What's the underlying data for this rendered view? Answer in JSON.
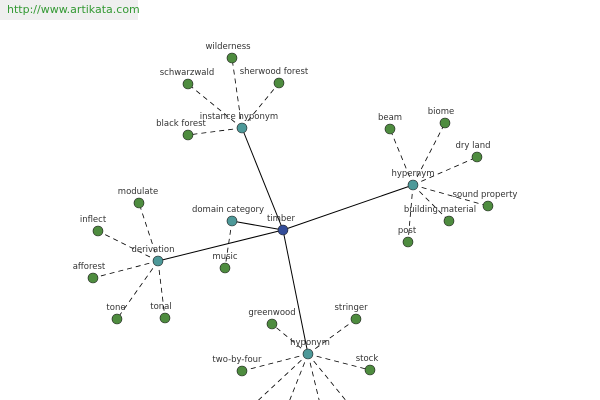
{
  "banner": {
    "url": "http://www.artikata.com"
  },
  "colors": {
    "center": "#334d99",
    "hub": "#4d9999",
    "leaf": "#4e8c3f",
    "edge": "#000000",
    "banner_text": "#339933"
  },
  "graph": {
    "nodes": [
      {
        "id": "timber",
        "label": "timber",
        "kind": "center"
      },
      {
        "id": "instance-hyponym",
        "label": "instance hyponym",
        "kind": "hub"
      },
      {
        "id": "hypernym",
        "label": "hypernym",
        "kind": "hub"
      },
      {
        "id": "domain-category",
        "label": "domain category",
        "kind": "hub"
      },
      {
        "id": "derivation",
        "label": "derivation",
        "kind": "hub"
      },
      {
        "id": "hyponym",
        "label": "hyponym",
        "kind": "hub"
      },
      {
        "id": "wilderness",
        "label": "wilderness",
        "kind": "leaf"
      },
      {
        "id": "schwarzwald",
        "label": "schwarzwald",
        "kind": "leaf"
      },
      {
        "id": "sherwood-forest",
        "label": "sherwood forest",
        "kind": "leaf"
      },
      {
        "id": "black-forest",
        "label": "black forest",
        "kind": "leaf"
      },
      {
        "id": "beam",
        "label": "beam",
        "kind": "leaf"
      },
      {
        "id": "biome",
        "label": "biome",
        "kind": "leaf"
      },
      {
        "id": "dry-land",
        "label": "dry land",
        "kind": "leaf"
      },
      {
        "id": "sound-property",
        "label": "sound property",
        "kind": "leaf"
      },
      {
        "id": "building-material",
        "label": "building material",
        "kind": "leaf"
      },
      {
        "id": "post",
        "label": "post",
        "kind": "leaf"
      },
      {
        "id": "music",
        "label": "music",
        "kind": "leaf"
      },
      {
        "id": "modulate",
        "label": "modulate",
        "kind": "leaf"
      },
      {
        "id": "inflect",
        "label": "inflect",
        "kind": "leaf"
      },
      {
        "id": "afforest",
        "label": "afforest",
        "kind": "leaf"
      },
      {
        "id": "tone",
        "label": "tone",
        "kind": "leaf"
      },
      {
        "id": "tonal",
        "label": "tonal",
        "kind": "leaf"
      },
      {
        "id": "greenwood",
        "label": "greenwood",
        "kind": "leaf"
      },
      {
        "id": "stringer",
        "label": "stringer",
        "kind": "leaf"
      },
      {
        "id": "two-by-four",
        "label": "two-by-four",
        "kind": "leaf"
      },
      {
        "id": "stock",
        "label": "stock",
        "kind": "leaf"
      },
      {
        "id": "hyponym-leaf-1",
        "label": "",
        "kind": "leaf"
      },
      {
        "id": "hyponym-leaf-2",
        "label": "",
        "kind": "leaf"
      },
      {
        "id": "hyponym-leaf-3",
        "label": "",
        "kind": "leaf"
      },
      {
        "id": "hyponym-leaf-4",
        "label": "",
        "kind": "leaf"
      }
    ],
    "edges": [
      {
        "from": "timber",
        "to": "instance-hyponym",
        "style": "solid"
      },
      {
        "from": "timber",
        "to": "hypernym",
        "style": "solid"
      },
      {
        "from": "timber",
        "to": "domain-category",
        "style": "solid"
      },
      {
        "from": "timber",
        "to": "derivation",
        "style": "solid"
      },
      {
        "from": "timber",
        "to": "hyponym",
        "style": "solid"
      },
      {
        "from": "instance-hyponym",
        "to": "wilderness",
        "style": "dashed"
      },
      {
        "from": "instance-hyponym",
        "to": "schwarzwald",
        "style": "dashed"
      },
      {
        "from": "instance-hyponym",
        "to": "sherwood-forest",
        "style": "dashed"
      },
      {
        "from": "instance-hyponym",
        "to": "black-forest",
        "style": "dashed"
      },
      {
        "from": "hypernym",
        "to": "beam",
        "style": "dashed"
      },
      {
        "from": "hypernym",
        "to": "biome",
        "style": "dashed"
      },
      {
        "from": "hypernym",
        "to": "dry-land",
        "style": "dashed"
      },
      {
        "from": "hypernym",
        "to": "sound-property",
        "style": "dashed"
      },
      {
        "from": "hypernym",
        "to": "building-material",
        "style": "dashed"
      },
      {
        "from": "hypernym",
        "to": "post",
        "style": "dashed"
      },
      {
        "from": "domain-category",
        "to": "music",
        "style": "dashed"
      },
      {
        "from": "derivation",
        "to": "modulate",
        "style": "dashed"
      },
      {
        "from": "derivation",
        "to": "inflect",
        "style": "dashed"
      },
      {
        "from": "derivation",
        "to": "afforest",
        "style": "dashed"
      },
      {
        "from": "derivation",
        "to": "tone",
        "style": "dashed"
      },
      {
        "from": "derivation",
        "to": "tonal",
        "style": "dashed"
      },
      {
        "from": "hyponym",
        "to": "greenwood",
        "style": "dashed"
      },
      {
        "from": "hyponym",
        "to": "stringer",
        "style": "dashed"
      },
      {
        "from": "hyponym",
        "to": "two-by-four",
        "style": "dashed"
      },
      {
        "from": "hyponym",
        "to": "stock",
        "style": "dashed"
      },
      {
        "from": "hyponym",
        "to": "hyponym-leaf-1",
        "style": "dashed"
      },
      {
        "from": "hyponym",
        "to": "hyponym-leaf-2",
        "style": "dashed"
      },
      {
        "from": "hyponym",
        "to": "hyponym-leaf-3",
        "style": "dashed"
      },
      {
        "from": "hyponym",
        "to": "hyponym-leaf-4",
        "style": "dashed"
      }
    ]
  }
}
